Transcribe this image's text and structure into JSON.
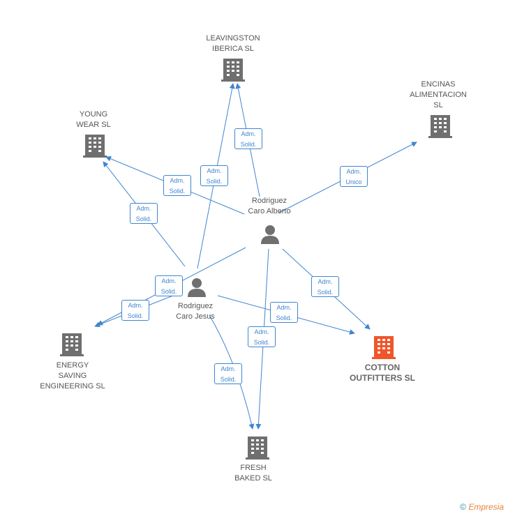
{
  "colors": {
    "edge": "#3f85d0",
    "building": "#6f6f6f",
    "focus_building": "#f0562a",
    "person": "#6f6f6f"
  },
  "companies": {
    "leavingston": "LEAVINGSTON\nIBERICA SL",
    "encinas": "ENCINAS\nALIMENTACION\nSL",
    "young_wear": "YOUNG\nWEAR SL",
    "energy_saving": "ENERGY\nSAVING\nENGINEERING SL",
    "cotton": "COTTON\nOUTFITTERS SL",
    "fresh_baked": "FRESH\nBAKED SL"
  },
  "persons": {
    "alberto": "Rodriguez\nCaro Alberto",
    "jesus": "Rodriguez\nCaro Jesus"
  },
  "edge_labels": {
    "adm_solid": "Adm.\nSolid.",
    "adm_unico": "Adm.\nUnico"
  },
  "footer": {
    "copyright": "©",
    "brand": "Empresia"
  }
}
